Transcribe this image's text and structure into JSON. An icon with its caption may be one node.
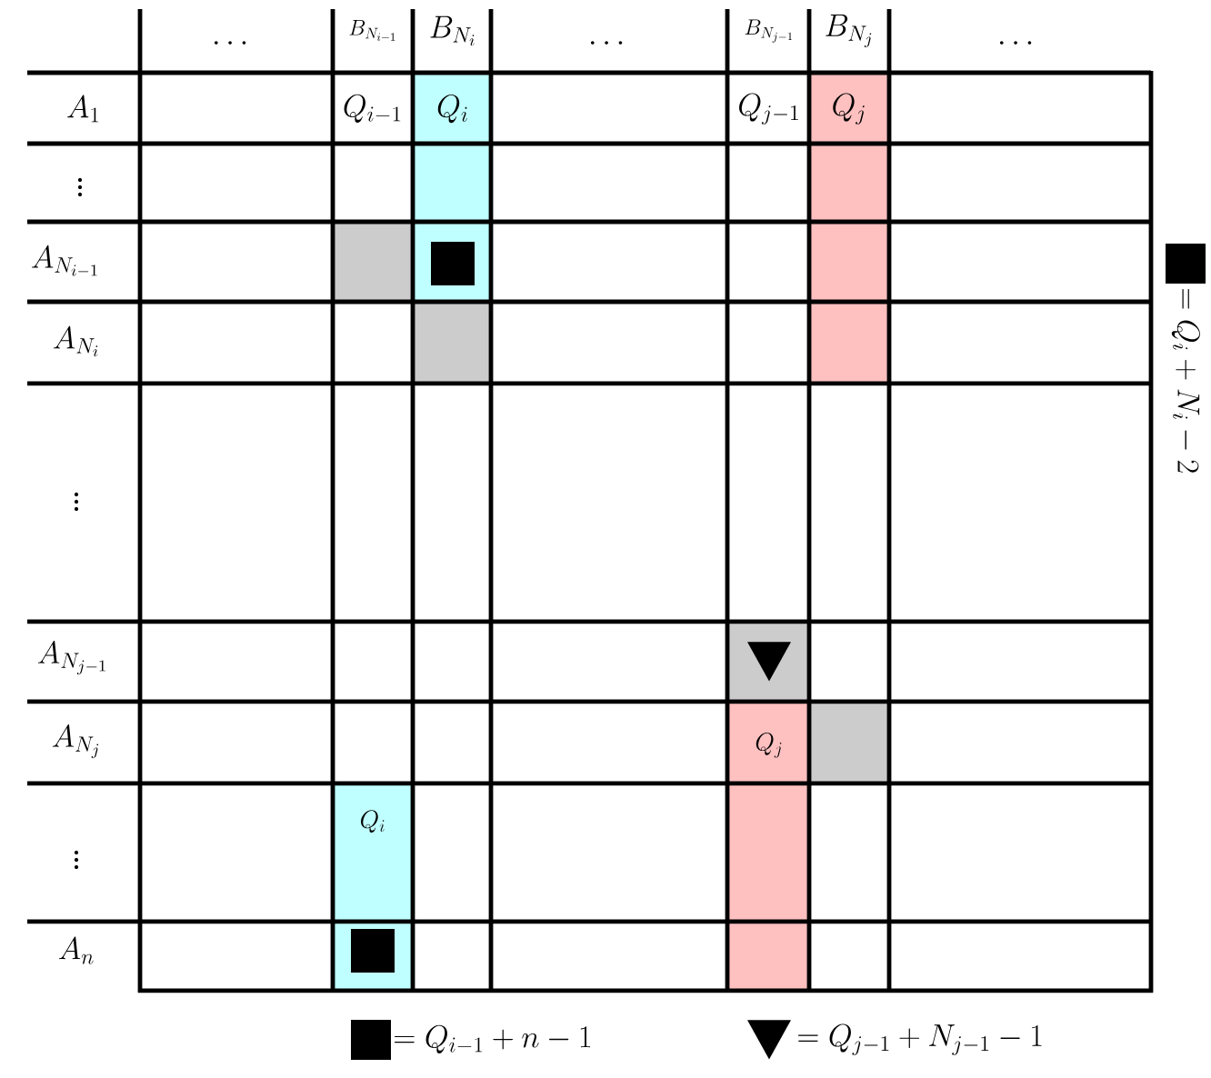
{
  "diagram": {
    "labels": [
      "\\cdots",
      "B_{N_{i-1}}",
      "B_{N_i}",
      "\\cdots",
      "B_{N_{j-1}}",
      "B_{N_j}",
      "\\cdots",
      "A_1",
      "Q_{i-1}",
      "Q_i",
      "Q_{j-1}",
      "Q_j",
      "\\vdots",
      "A_{N_{i-1}}",
      "A_{N_i}",
      "\\vdots",
      "A_{N_{j-1}}",
      "A_{N_j}",
      "Q_j",
      "\\vdots",
      "Q_i",
      "A_n",
      "= Q_i + N_i - 2",
      "= Q_{i-1} + n - 1",
      "= Q_{j-1} + N_{j-1} - 1"
    ]
  }
}
